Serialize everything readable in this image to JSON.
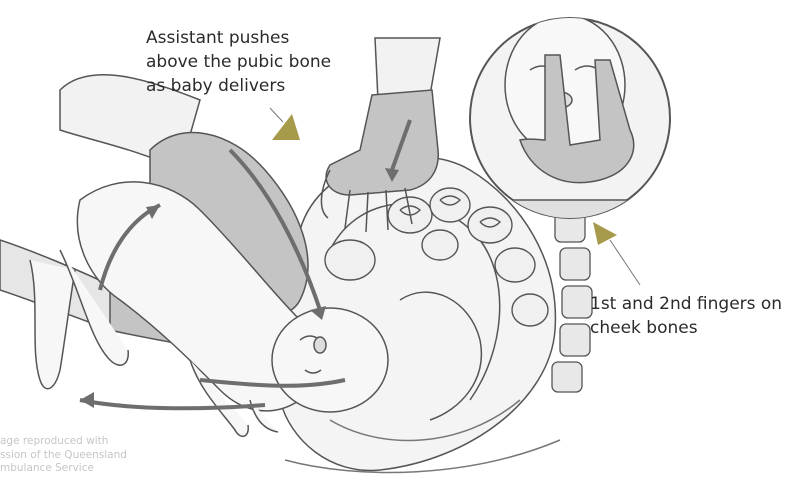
{
  "annotations": {
    "assistant_label": [
      "Assistant pushes",
      "above the pubic bone",
      "as baby delivers"
    ],
    "fingers_label": [
      "1st and 2nd fingers on",
      "cheek bones"
    ]
  },
  "credit": [
    "age reproduced with",
    "ssion of the Queensland",
    "mbulance Service"
  ],
  "colors": {
    "pointer": "#a89a4b",
    "ink": "#555555",
    "shade": "#bdbdbd",
    "light": "#e2e2e2",
    "arrow": "#6e6e6e"
  }
}
